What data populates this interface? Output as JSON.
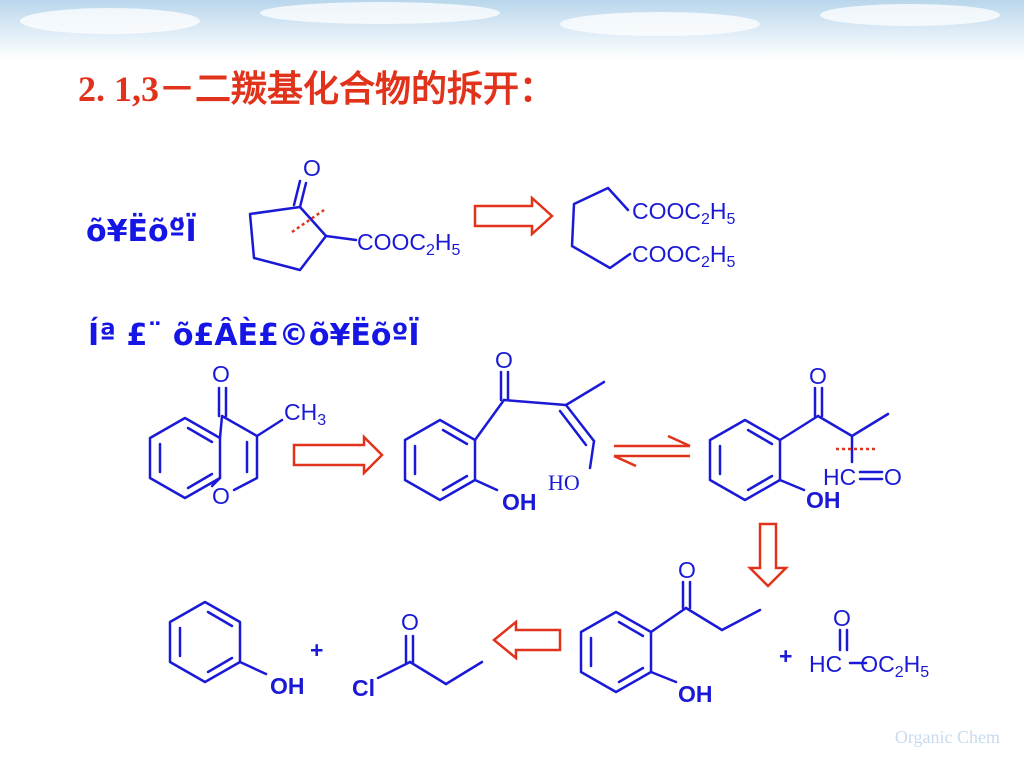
{
  "slide": {
    "title": "2.  1,3－二羰基化合物的拆开：",
    "label_1": "õ¥Ëõº̈Ï",
    "label_2": "Íª £¨ õ£ÂÈ£©õ¥ËõºÏ",
    "watermark": "Organic Chem"
  },
  "reaction_1": {
    "ketone_o": "O",
    "substituent": "COOC",
    "substituent_sub": "2",
    "substituent_h": "H",
    "substituent_sub2": "5",
    "product_top": "COOC",
    "product_top_sub": "2",
    "product_top_h": "H",
    "product_top_sub2": "5",
    "product_bottom": "COOC",
    "product_bottom_sub": "2",
    "product_bottom_h": "H",
    "product_bottom_sub2": "5"
  },
  "reaction_2": {
    "chromone_o_carbonyl": "O",
    "chromone_o_ring": "O",
    "methyl": "CH",
    "methyl_sub": "3",
    "enol_o": "O",
    "enol_oh": "OH",
    "enol_ho": "HO",
    "keto_o": "O",
    "keto_oh": "OH",
    "aldehyde_hc": "HC",
    "aldehyde_o": "O",
    "ketone_o": "O",
    "ketone_oh": "OH",
    "plus_1": "+",
    "formate_o": "O",
    "formate_hc": "HC",
    "formate_oc": "OC",
    "formate_sub": "2",
    "formate_h": "H",
    "formate_sub2": "5",
    "phenol_oh": "OH",
    "plus_2": "+",
    "acyl_o": "O",
    "acyl_cl": "Cl"
  }
}
